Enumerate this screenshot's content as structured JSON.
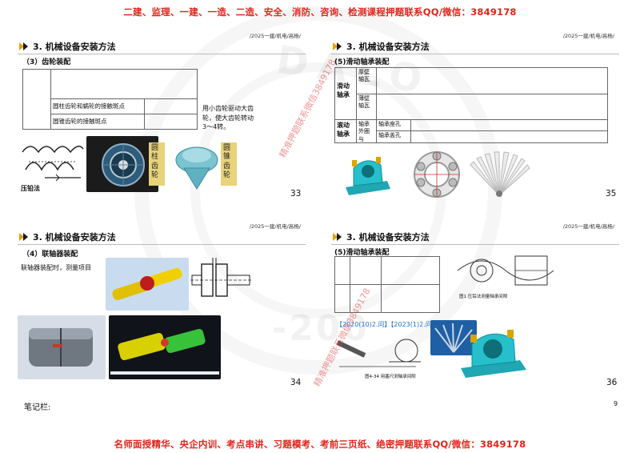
{
  "banner_top": "二建、监理、一建、一造、二造、安全、消防、咨询、检测课程押题联系QQ/微信：3849178",
  "banner_bottom": "名师面授精华、央企内训、考点串讲、习题模考、考前三页纸、绝密押题联系QQ/微信：3849178",
  "watermark": {
    "letters": "DALO",
    "year": "-200",
    "contact_1": "精准押题联系微信3849178",
    "contact_2": "精准押题联系微信3849178"
  },
  "notes_label": "笔记栏:",
  "sheet_number": "9",
  "slides": [
    {
      "source": "/2025一建/机电/高杨/",
      "title": "3. 机械设备安装方法",
      "section": "（3）齿轮装配",
      "page": "33",
      "rows": [
        "圆柱齿轮和蜗轮的接触斑点",
        "圆锥齿轮的接触斑点"
      ],
      "note": "用小齿轮驱动大齿轮，使大齿轮转动3～4转。",
      "caption_pressure": "压铅法",
      "caption_cylinder": "圆柱齿轮",
      "caption_cone": "圆锥齿轮"
    },
    {
      "source": "/2025一建/机电/高杨/",
      "title": "3. 机械设备安装方法",
      "section": "(5)滑动轴承装配",
      "page": "35",
      "group_1": "滑动轴承",
      "row_1": "厚壁轴瓦",
      "row_2": "薄壁轴瓦",
      "group_2": "滚动轴承",
      "sub_group": "轴承外圈与",
      "row_3": "轴承座孔",
      "row_4": "轴承盖孔"
    },
    {
      "source": "/2025一建/机电/高杨/",
      "title": "3. 机械设备安装方法",
      "section": "（4）联轴器装配",
      "page": "34",
      "note": "联轴器装配时，测量项目"
    },
    {
      "source": "/2025一建/机电/高杨/",
      "title": "3. 机械设备安装方法",
      "section": "(5)滑动轴承装配",
      "page": "36",
      "tags": "【2020(10)2.问】【2023(1)2.问】",
      "fig_caption_1": "图1 压铅法测量轴承间隙",
      "fig_caption_2": "图4-34 用塞尺测轴承间隙"
    }
  ]
}
